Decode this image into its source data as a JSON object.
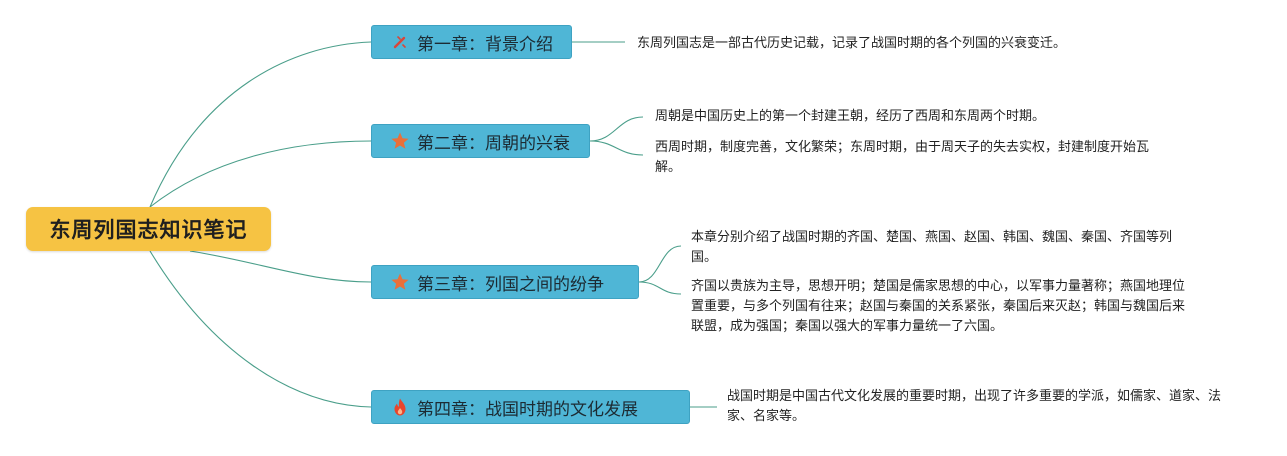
{
  "root": {
    "label": "东周列国志知识笔记"
  },
  "chapters": [
    {
      "label": "第一章：背景介绍",
      "icon": "pen-icon",
      "notes": [
        "东周列国志是一部古代历史记载，记录了战国时期的各个列国的兴衰变迁。"
      ]
    },
    {
      "label": "第二章：周朝的兴衰",
      "icon": "star-icon",
      "notes": [
        "周朝是中国历史上的第一个封建王朝，经历了西周和东周两个时期。",
        "西周时期，制度完善，文化繁荣；东周时期，由于周天子的失去实权，封建制度开始瓦解。"
      ]
    },
    {
      "label": "第三章：列国之间的纷争",
      "icon": "star-icon",
      "notes": [
        "本章分别介绍了战国时期的齐国、楚国、燕国、赵国、韩国、魏国、秦国、齐国等列国。",
        "齐国以贵族为主导，思想开明；楚国是儒家思想的中心，以军事力量著称；燕国地理位置重要，与多个列国有往来；赵国与秦国的关系紧张，秦国后来灭赵；韩国与魏国后来联盟，成为强国；秦国以强大的军事力量统一了六国。"
      ]
    },
    {
      "label": "第四章：战国时期的文化发展",
      "icon": "fire-icon",
      "notes": [
        "战国时期是中国古代文化发展的重要时期，出现了许多重要的学派，如儒家、道家、法家、名家等。"
      ]
    }
  ],
  "colors": {
    "root_fill": "#f6c343",
    "chapter_fill": "#4fb6d6",
    "link_stroke": "#4a9e8a",
    "star": "#e9703a",
    "fire": "#e8452c",
    "pen": "#d8463a"
  }
}
